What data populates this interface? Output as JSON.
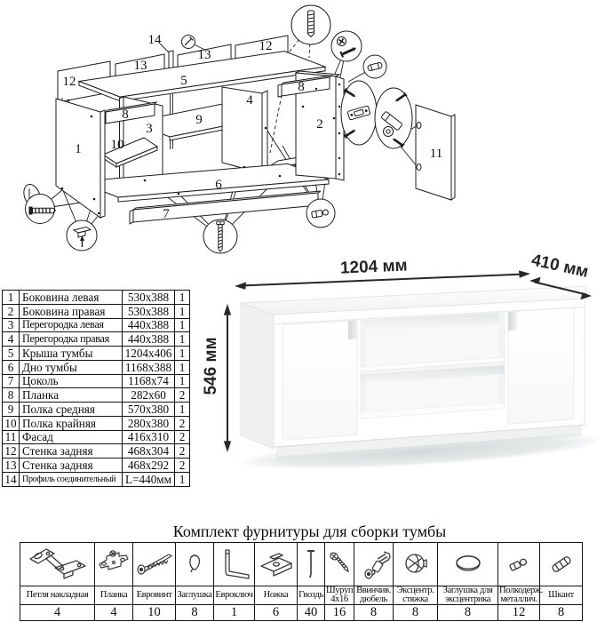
{
  "exploded_view": {
    "labels": {
      "part_1": "1",
      "part_2": "2",
      "part_3": "3",
      "part_4": "4",
      "part_5": "5",
      "part_6": "6",
      "part_7": "7",
      "part_8_left": "8",
      "part_8_right": "8",
      "part_9": "9",
      "part_10": "10",
      "part_11": "11",
      "part_12_left": "12",
      "part_12_right": "12",
      "part_13_left": "13",
      "part_13_right": "13",
      "part_14": "14"
    }
  },
  "dimension_drawing": {
    "width_label": "1204 мм",
    "depth_label": "410 мм",
    "height_label": "546 мм"
  },
  "parts_table": {
    "rows": [
      {
        "num": "1",
        "name": "Боковина левая",
        "size": "530x388",
        "qty": "1"
      },
      {
        "num": "2",
        "name": "Боковина правая",
        "size": "530x388",
        "qty": "1"
      },
      {
        "num": "3",
        "name": "Перегородка левая",
        "size": "440x388",
        "qty": "1"
      },
      {
        "num": "4",
        "name": "Перегородка правая",
        "size": "440x388",
        "qty": "1"
      },
      {
        "num": "5",
        "name": "Крыша тумбы",
        "size": "1204x406",
        "qty": "1"
      },
      {
        "num": "6",
        "name": "Дно тумбы",
        "size": "1168x388",
        "qty": "1"
      },
      {
        "num": "7",
        "name": "Цоколь",
        "size": "1168x74",
        "qty": "1"
      },
      {
        "num": "8",
        "name": "Планка",
        "size": "282x60",
        "qty": "2"
      },
      {
        "num": "9",
        "name": "Полка средняя",
        "size": "570x380",
        "qty": "1"
      },
      {
        "num": "10",
        "name": "Полка крайняя",
        "size": "280x380",
        "qty": "2"
      },
      {
        "num": "11",
        "name": "Фасад",
        "size": "416x310",
        "qty": "2"
      },
      {
        "num": "12",
        "name": "Стенка задняя",
        "size": "468x304",
        "qty": "2"
      },
      {
        "num": "13",
        "name": "Стенка задняя",
        "size": "468x292",
        "qty": "2"
      },
      {
        "num": "14",
        "name": "Профиль соединительный",
        "size": "L=440мм",
        "qty": "1"
      }
    ]
  },
  "hardware_kit": {
    "title": "Комплект фурнитуры для сборки тумбы",
    "items": [
      {
        "name": "Петля накладная",
        "qty": "4",
        "icon": "overlay-hinge-icon"
      },
      {
        "name": "Планка",
        "qty": "4",
        "icon": "mounting-plate-icon"
      },
      {
        "name": "Евровинт",
        "qty": "10",
        "icon": "confirmat-screw-icon"
      },
      {
        "name": "Заглушка",
        "qty": "8",
        "icon": "cover-cap-icon"
      },
      {
        "name": "Евроключ",
        "qty": "1",
        "icon": "hex-key-icon"
      },
      {
        "name": "Ножка",
        "qty": "6",
        "icon": "foot-icon"
      },
      {
        "name": "Гвоздь",
        "qty": "40",
        "icon": "nail-icon"
      },
      {
        "name": "Шуруп 4x16",
        "qty": "16",
        "icon": "screw-icon"
      },
      {
        "name": "Ввинчив. дюбель",
        "qty": "8",
        "icon": "screw-in-dowel-icon"
      },
      {
        "name": "Эксцентр. стяжка",
        "qty": "8",
        "icon": "cam-lock-icon"
      },
      {
        "name": "Заглушка для эксцентрика",
        "qty": "8",
        "icon": "cam-cover-icon"
      },
      {
        "name": "Полкодерж. металлич.",
        "qty": "12",
        "icon": "shelf-support-icon"
      },
      {
        "name": "Шкант",
        "qty": "8",
        "icon": "wooden-dowel-icon"
      }
    ]
  }
}
